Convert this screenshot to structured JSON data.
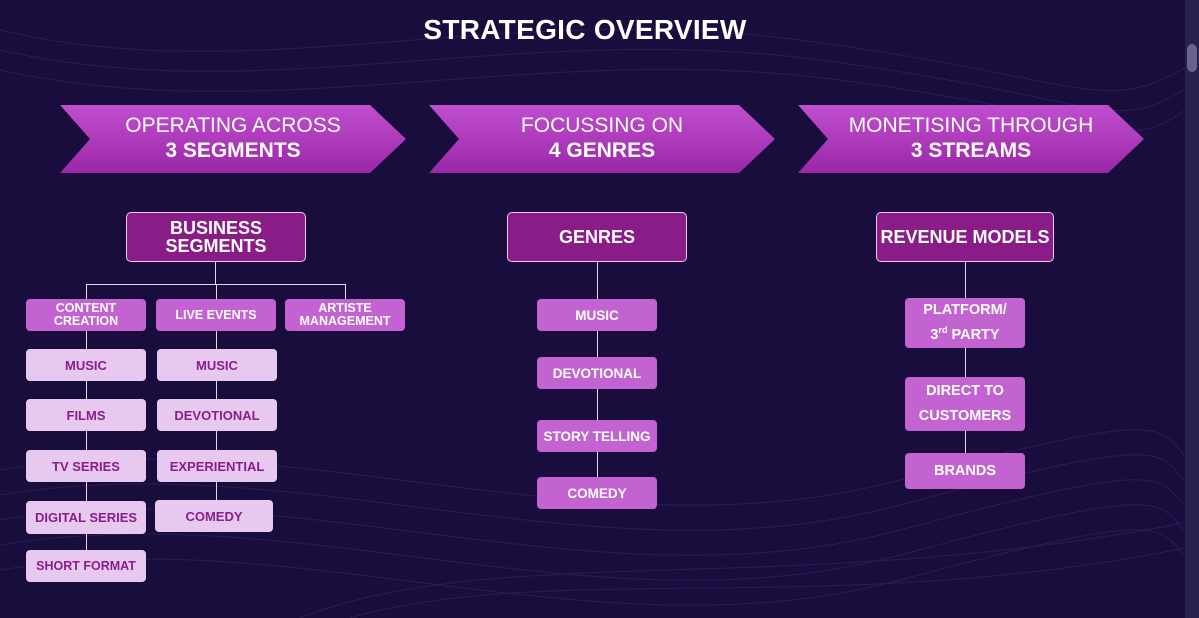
{
  "title": "STRATEGIC OVERVIEW",
  "banners": [
    {
      "line1": "OPERATING ACROSS",
      "line2": "3 SEGMENTS"
    },
    {
      "line1": "FOCUSSING ON",
      "line2": "4 GENRES"
    },
    {
      "line1": "MONETISING THROUGH",
      "line2": "3 STREAMS"
    }
  ],
  "segments": {
    "heading": "BUSINESS SEGMENTS",
    "content_creation": {
      "label": "CONTENT CREATION",
      "items": [
        "MUSIC",
        "FILMS",
        "TV SERIES",
        "DIGITAL SERIES",
        "SHORT FORMAT"
      ]
    },
    "live_events": {
      "label": "LIVE EVENTS",
      "items": [
        "MUSIC",
        "DEVOTIONAL",
        "EXPERIENTIAL",
        "COMEDY"
      ]
    },
    "artiste_management": {
      "label": "ARTISTE MANAGEMENT"
    }
  },
  "genres": {
    "heading": "GENRES",
    "items": [
      "MUSIC",
      "DEVOTIONAL",
      "STORY TELLING",
      "COMEDY"
    ]
  },
  "revenue": {
    "heading": "REVENUE MODELS",
    "platform": {
      "line1": "PLATFORM/",
      "num": "3",
      "sup": "rd",
      "rest": " PARTY"
    },
    "direct": "DIRECT TO CUSTOMERS",
    "brands": "BRANDS"
  },
  "colors": {
    "background": "#190d3d",
    "banner": "#b23cbf",
    "heading_box": "#8a1c88",
    "category_box": "#c363d2",
    "item_box": "#e7c9ef",
    "item_text": "#8b1d8b"
  }
}
